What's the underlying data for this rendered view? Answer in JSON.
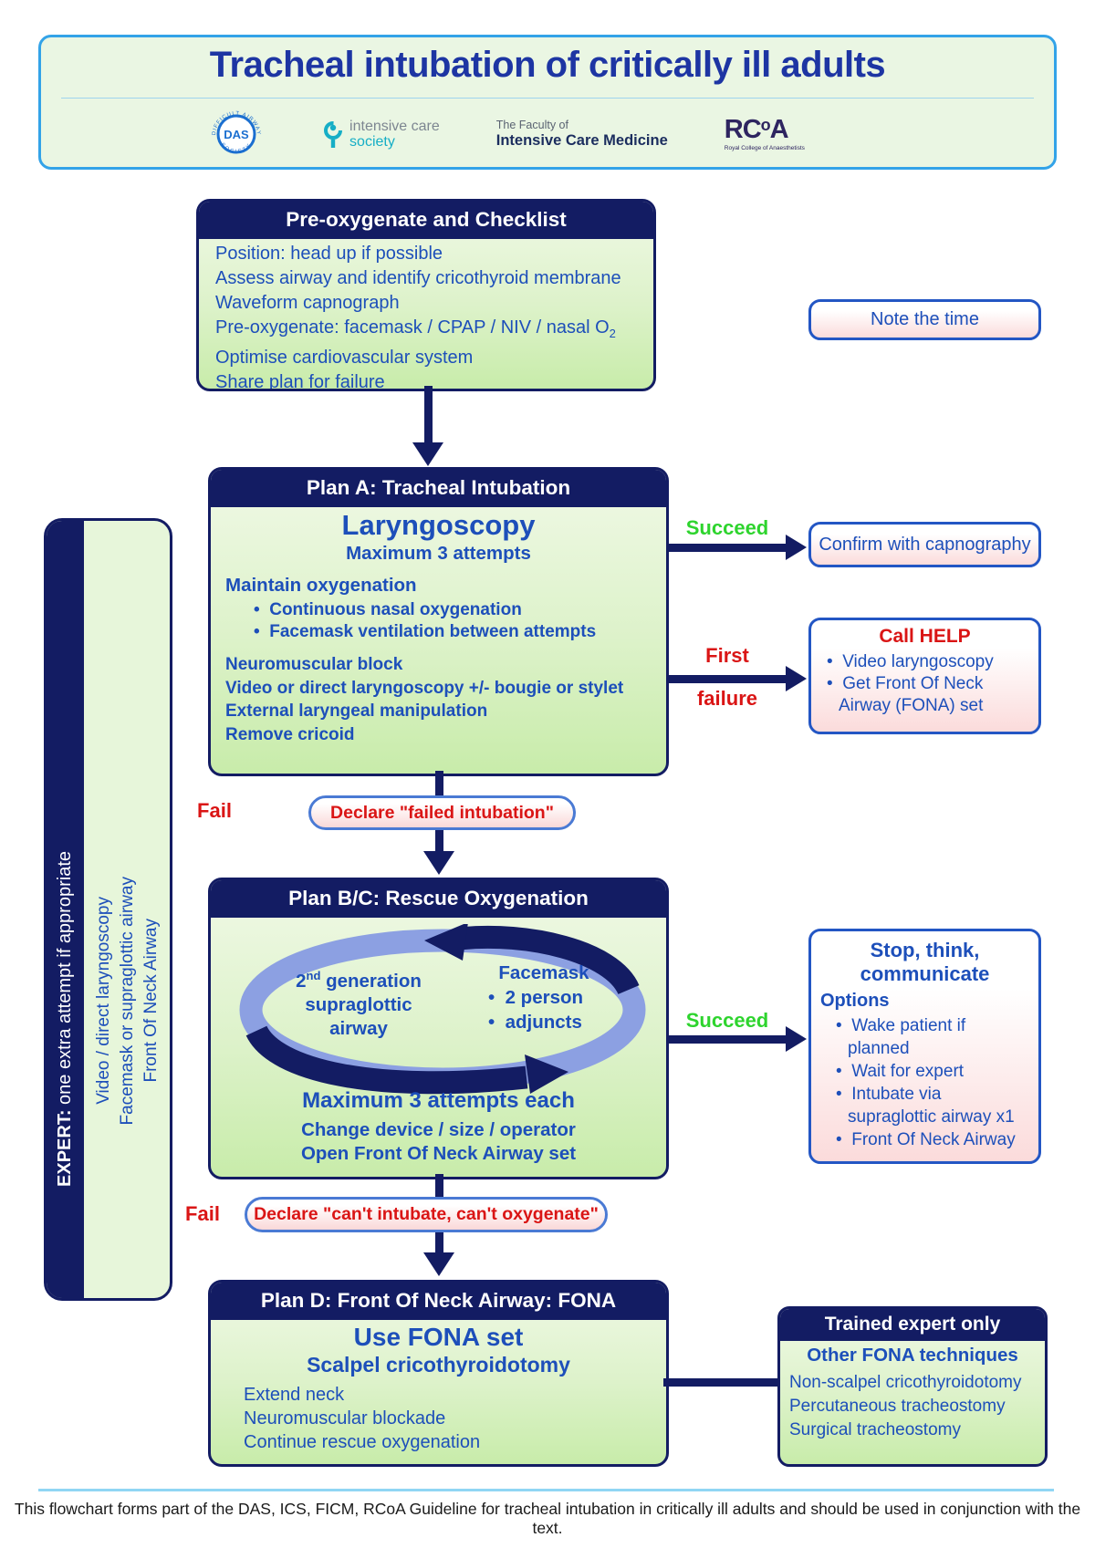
{
  "header": {
    "title": "Tracheal intubation of critically ill adults",
    "logos": {
      "das": {
        "center": "DAS",
        "arc_top": "DIFFICULT AIRWAY",
        "arc_bottom": "SOCIETY"
      },
      "ics": {
        "line1": "intensive care",
        "line2": "society"
      },
      "ficm": {
        "line1": "The Faculty of",
        "line2": "Intensive Care Medicine"
      },
      "rcoa": {
        "rc": "RC",
        "o": "o",
        "a": "A",
        "caption": "Royal College of Anaesthetists"
      }
    }
  },
  "checklist": {
    "header": "Pre-oxygenate and Checklist",
    "lines": [
      "Position: head up if possible",
      "Assess airway and identify cricothyroid membrane",
      "Waveform capnograph"
    ],
    "preox": {
      "text": "Pre-oxygenate: facemask / CPAP / NIV / nasal O",
      "sub": "2"
    },
    "lines2": [
      "Optimise cardiovascular system",
      "Share plan for failure"
    ]
  },
  "note_time": {
    "label": "Note the time"
  },
  "plan_a": {
    "header": "Plan A: Tracheal Intubation",
    "title": "Laryngoscopy",
    "subtitle": "Maximum 3 attempts",
    "maintain_title": "Maintain oxygenation",
    "maintain_bullets": [
      "Continuous nasal oxygenation",
      "Facemask ventilation between attempts"
    ],
    "lines": [
      "Neuromuscular block",
      "Video or direct laryngoscopy +/- bougie or stylet",
      "External laryngeal manipulation",
      "Remove cricoid"
    ]
  },
  "edges": {
    "succeed_a": "Succeed",
    "first_failure_1": "First",
    "first_failure_2": "failure",
    "fail_a": "Fail",
    "succeed_bc": "Succeed",
    "fail_bc": "Fail"
  },
  "confirm": {
    "label": "Confirm with capnography"
  },
  "call_help": {
    "title": "Call HELP",
    "bullets": [
      "Video laryngoscopy",
      "Get Front Of Neck Airway (FONA) set"
    ]
  },
  "declare_a": {
    "label": "Declare \"failed intubation\""
  },
  "plan_bc": {
    "header": "Plan B/C: Rescue Oxygenation",
    "cycle_left": {
      "num": "2",
      "sup": "nd",
      "rest": " generation",
      "line2": "supraglottic",
      "line3": "airway"
    },
    "cycle_right": {
      "title": "Facemask",
      "bullets": [
        "2 person",
        "adjuncts"
      ]
    },
    "title": "Maximum 3 attempts each",
    "lines": [
      "Change device / size / operator",
      "Open Front Of Neck Airway set"
    ]
  },
  "stop_think": {
    "title1": "Stop, think,",
    "title2": "communicate",
    "options_label": "Options",
    "bullets": [
      "Wake patient if planned",
      "Wait for expert",
      "Intubate via supraglottic airway x1",
      "Front Of Neck Airway"
    ]
  },
  "declare_bc": {
    "label": "Declare \"can't intubate, can't oxygenate\""
  },
  "plan_d": {
    "header": "Plan D: Front Of Neck Airway: FONA",
    "title": "Use FONA set",
    "subtitle": "Scalpel cricothyroidotomy",
    "lines": [
      "Extend neck",
      "Neuromuscular blockade",
      "Continue rescue oxygenation"
    ]
  },
  "trained_expert": {
    "header": "Trained expert only",
    "title": "Other FONA techniques",
    "lines": [
      "Non-scalpel cricothyroidotomy",
      "Percutaneous tracheostomy",
      "Surgical tracheostomy"
    ]
  },
  "sidebar": {
    "expert_bold": "EXPERT:",
    "expert_rest": " one extra attempt if appropriate",
    "lines": [
      "Video / direct laryngoscopy",
      "Facemask or supraglottic airway",
      "Front Of Neck Airway"
    ]
  },
  "footer": {
    "text": "This flowchart forms part of the DAS, ICS, FICM, RCoA Guideline for tracheal intubation in critically ill adults and should be used in conjunction with the text."
  },
  "colors": {
    "navy": "#131c63",
    "blue_text": "#1d4fba",
    "red": "#da1515",
    "green": "#2ed42e",
    "title_blue": "#1d35a3",
    "periwinkle": "#8ca0e2",
    "box_border_blue": "#2356c4",
    "outer_border": "#33a3e8",
    "body_green": "#ddf2ca"
  }
}
